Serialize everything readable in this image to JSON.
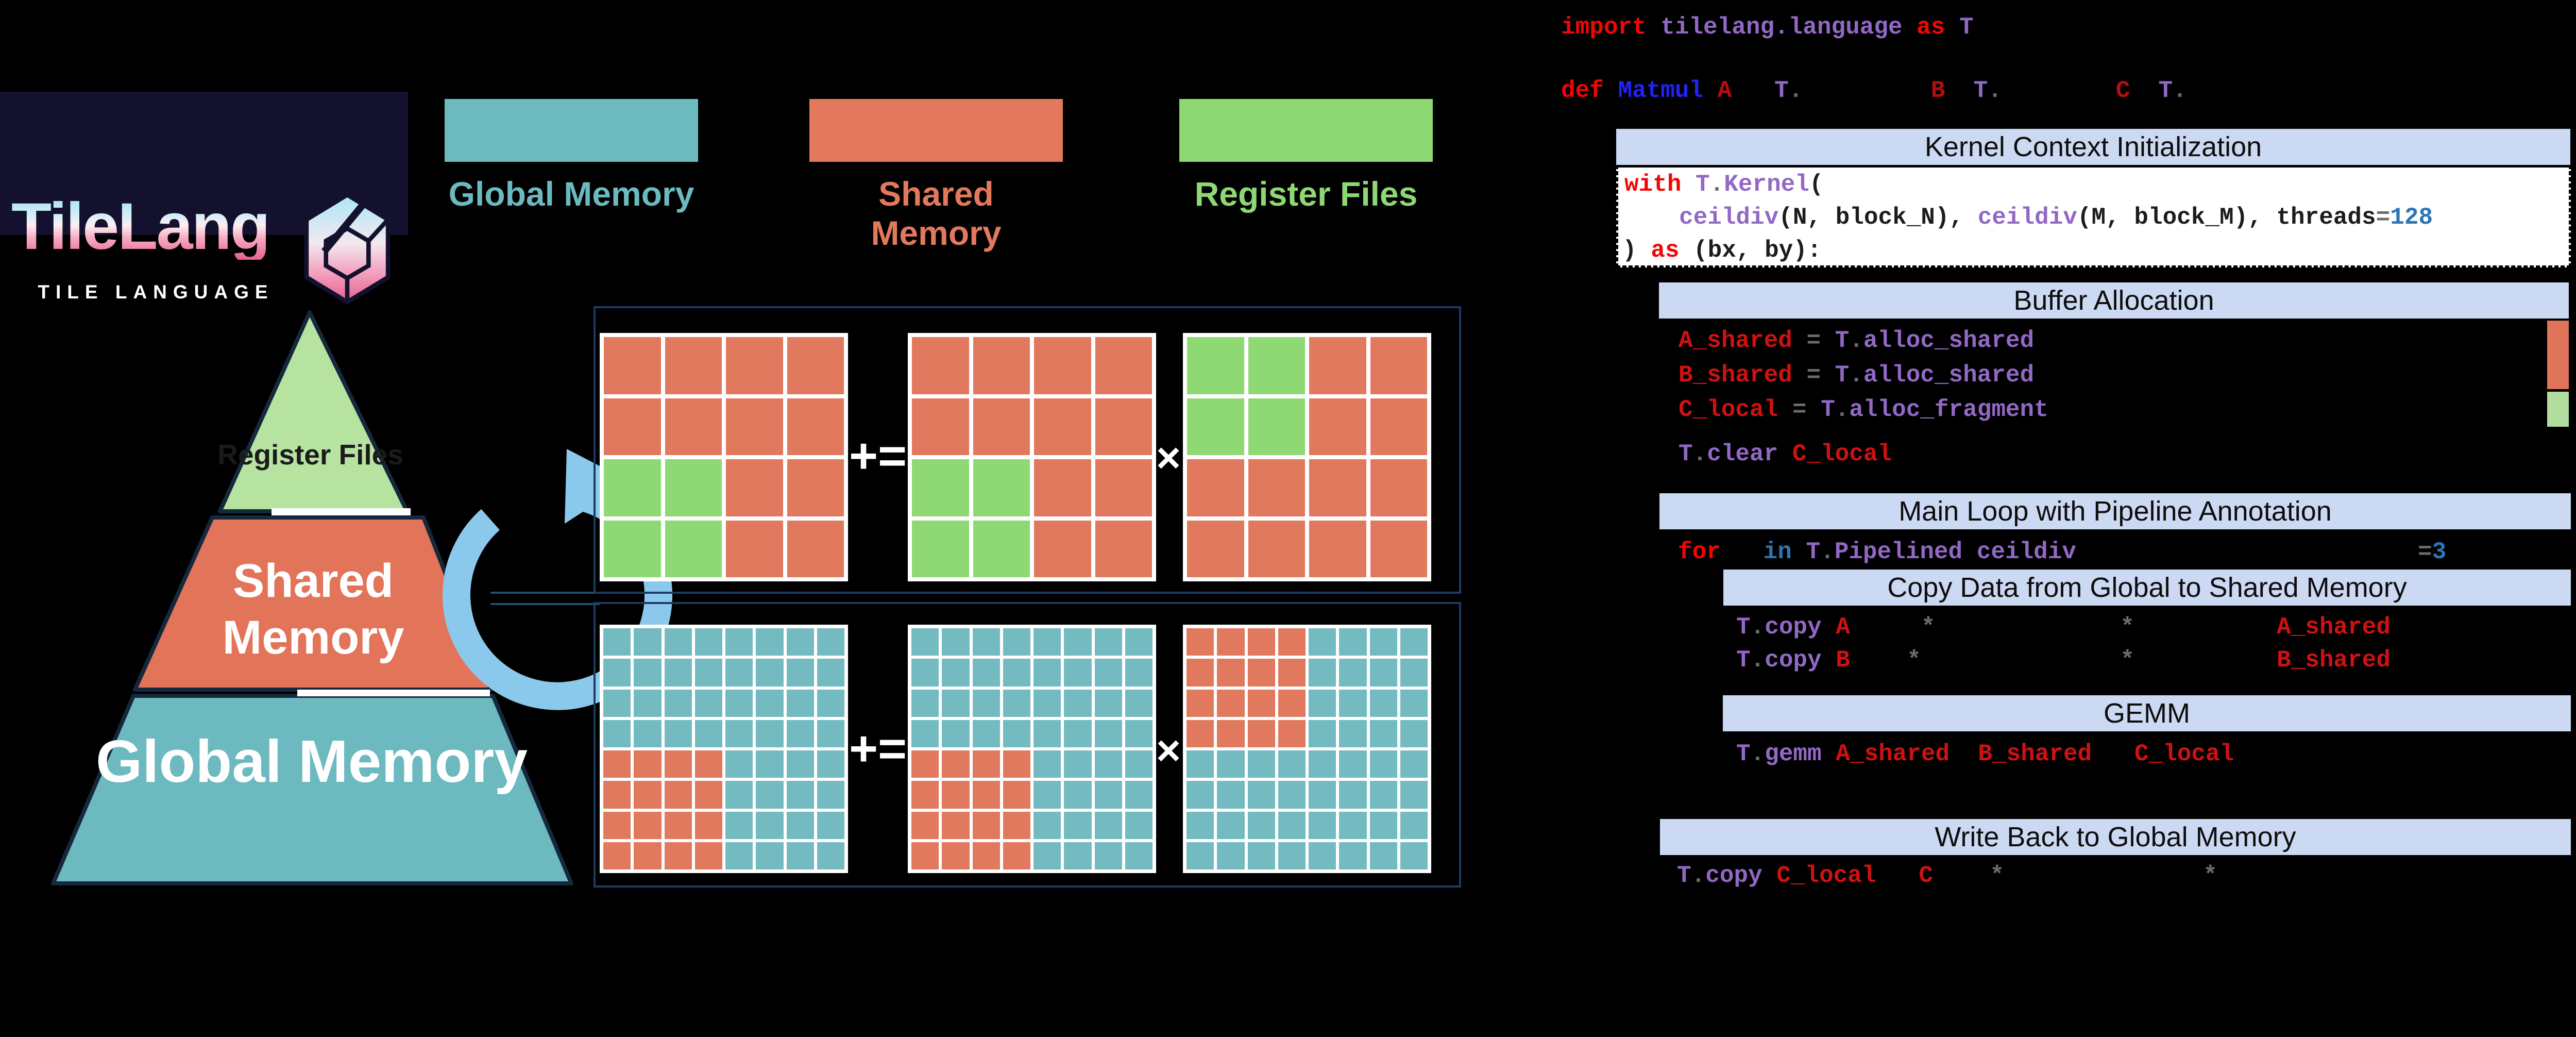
{
  "logo": {
    "title": "TileLang",
    "subtitle": "TILE LANGUAGE"
  },
  "legend": {
    "items": [
      {
        "label": "Global Memory",
        "color": "#6cb9c0"
      },
      {
        "label": "Shared Memory",
        "color": "#e3795c"
      },
      {
        "label": "Register Files",
        "color": "#8ed874"
      }
    ]
  },
  "pyramid": {
    "levels": [
      {
        "label": "Register Files",
        "color": "#b7e3a1"
      },
      {
        "label": "Shared Memory",
        "color": "#e2745a"
      },
      {
        "label": "Global Memory",
        "color": "#6cb9c0"
      }
    ]
  },
  "diagram": {
    "operators": {
      "accumulate": "+=",
      "multiply": "×"
    },
    "cell_colors": {
      "S": "#e0795e",
      "G": "#8ed973",
      "T": "#74bac1"
    },
    "top_row": {
      "c": [
        "SSSS",
        "SSSS",
        "GGSS",
        "GGSS"
      ],
      "a": [
        "SSSS",
        "SSSS",
        "GGSS",
        "GGSS"
      ],
      "b": [
        "GGSS",
        "GGSS",
        "SSSS",
        "SSSS"
      ]
    },
    "bottom_row": {
      "c": [
        "TTTTTTTT",
        "TTTTTTTT",
        "TTTTTTTT",
        "TTTTTTTT",
        "SSSSTTTT",
        "SSSSTTTT",
        "SSSSTTTT",
        "SSSSTTTT"
      ],
      "a": [
        "TTTTTTTT",
        "TTTTTTTT",
        "TTTTTTTT",
        "TTTTTTTT",
        "SSSSTTTT",
        "SSSSTTTT",
        "SSSSTTTT",
        "SSSSTTTT"
      ],
      "b": [
        "SSSSTTTT",
        "SSSSTTTT",
        "SSSSTTTT",
        "SSSSTTTT",
        "TTTTTTTT",
        "TTTTTTTT",
        "TTTTTTTT",
        "TTTTTTTT"
      ]
    }
  },
  "code": {
    "colors": {
      "kw": "#f40505",
      "ns": "#9268c5",
      "name": "#d11111",
      "dark_name": "#b40f0f",
      "def_name": "#2222f5",
      "num": "#2e75b6",
      "op": "#6b6b6b",
      "plain": "#1c1c1c"
    },
    "import_line": [
      [
        "kw",
        "import"
      ],
      [
        "ns",
        " tilelang.language "
      ],
      [
        "kw",
        "as"
      ],
      [
        "ns",
        " T"
      ]
    ],
    "def_line": [
      [
        "kw",
        "def"
      ],
      [
        "plain",
        " "
      ],
      [
        "def_name",
        "Matmul"
      ],
      [
        "plain",
        " "
      ],
      [
        "dark_name",
        "A"
      ],
      [
        "plain",
        "   "
      ],
      [
        "ns",
        "T"
      ],
      [
        "op",
        "."
      ],
      [
        "plain",
        "         "
      ],
      [
        "dark_name",
        "B"
      ],
      [
        "plain",
        "  "
      ],
      [
        "ns",
        "T"
      ],
      [
        "op",
        "."
      ],
      [
        "plain",
        "        "
      ],
      [
        "dark_name",
        "C"
      ],
      [
        "plain",
        "  "
      ],
      [
        "ns",
        "T"
      ],
      [
        "op",
        "."
      ]
    ],
    "kernel": {
      "header": "Kernel Context Initialization",
      "with_line": [
        [
          "kw",
          "with"
        ],
        [
          "ns",
          " T"
        ],
        [
          "op",
          "."
        ],
        [
          "ns",
          "Kernel"
        ],
        [
          "plain",
          "("
        ]
      ],
      "args_line": [
        [
          "ns",
          "ceildiv"
        ],
        [
          "plain",
          "(N, block_N), "
        ],
        [
          "ns",
          "ceildiv"
        ],
        [
          "plain",
          "(M, block_M), threads"
        ],
        [
          "op",
          "="
        ],
        [
          "num",
          "128"
        ]
      ],
      "as_line": [
        [
          "plain",
          ") "
        ],
        [
          "kw",
          "as"
        ],
        [
          "plain",
          " (bx, by):"
        ]
      ]
    },
    "buffer": {
      "header": "Buffer Allocation",
      "a_line": [
        [
          "name",
          "A_shared"
        ],
        [
          "plain",
          " "
        ],
        [
          "op",
          "="
        ],
        [
          "plain",
          " "
        ],
        [
          "ns",
          "T"
        ],
        [
          "op",
          "."
        ],
        [
          "ns",
          "alloc_shared"
        ]
      ],
      "b_line": [
        [
          "name",
          "B_shared"
        ],
        [
          "plain",
          " "
        ],
        [
          "op",
          "="
        ],
        [
          "plain",
          " "
        ],
        [
          "ns",
          "T"
        ],
        [
          "op",
          "."
        ],
        [
          "ns",
          "alloc_shared"
        ]
      ],
      "c_line": [
        [
          "name",
          "C_local"
        ],
        [
          "plain",
          " "
        ],
        [
          "op",
          "="
        ],
        [
          "plain",
          " "
        ],
        [
          "ns",
          "T"
        ],
        [
          "op",
          "."
        ],
        [
          "ns",
          "alloc_fragment"
        ]
      ],
      "clear_line": [
        [
          "ns",
          "T"
        ],
        [
          "op",
          "."
        ],
        [
          "ns",
          "clear"
        ],
        [
          "plain",
          " "
        ],
        [
          "name",
          "C_local"
        ]
      ]
    },
    "main_loop": {
      "header": "Main Loop with Pipeline Annotation",
      "for_line": [
        [
          "kw",
          "for"
        ],
        [
          "plain",
          "   "
        ],
        [
          "num",
          "in"
        ],
        [
          "plain",
          " "
        ],
        [
          "ns",
          "T"
        ],
        [
          "op",
          "."
        ],
        [
          "ns",
          "Pipelined"
        ],
        [
          "plain",
          " "
        ],
        [
          "ns",
          "ceildiv"
        ]
      ],
      "stages_suffix": [
        [
          "op",
          "="
        ],
        [
          "num",
          "3"
        ]
      ]
    },
    "copy": {
      "header": "Copy Data from Global to Shared Memory",
      "a_line": [
        [
          "ns",
          "T"
        ],
        [
          "op",
          "."
        ],
        [
          "ns",
          "copy"
        ],
        [
          "plain",
          " "
        ],
        [
          "name",
          "A"
        ],
        [
          "plain",
          "     "
        ],
        [
          "op",
          "*"
        ],
        [
          "plain",
          "             "
        ],
        [
          "op",
          "*"
        ],
        [
          "plain",
          "          "
        ],
        [
          "name",
          "A_shared"
        ]
      ],
      "b_line": [
        [
          "ns",
          "T"
        ],
        [
          "op",
          "."
        ],
        [
          "ns",
          "copy"
        ],
        [
          "plain",
          " "
        ],
        [
          "name",
          "B"
        ],
        [
          "plain",
          "    "
        ],
        [
          "op",
          "*"
        ],
        [
          "plain",
          "              "
        ],
        [
          "op",
          "*"
        ],
        [
          "plain",
          "          "
        ],
        [
          "name",
          "B_shared"
        ]
      ]
    },
    "gemm": {
      "header": "GEMM",
      "line": [
        [
          "ns",
          "T"
        ],
        [
          "op",
          "."
        ],
        [
          "ns",
          "gemm"
        ],
        [
          "plain",
          " "
        ],
        [
          "name",
          "A_shared"
        ],
        [
          "plain",
          "  "
        ],
        [
          "name",
          "B_shared"
        ],
        [
          "plain",
          "   "
        ],
        [
          "name",
          "C_local"
        ]
      ]
    },
    "writeback": {
      "header": "Write Back to Global Memory",
      "line": [
        [
          "ns",
          "T"
        ],
        [
          "op",
          "."
        ],
        [
          "ns",
          "copy"
        ],
        [
          "plain",
          " "
        ],
        [
          "name",
          "C_local"
        ],
        [
          "plain",
          "   "
        ],
        [
          "name",
          "C"
        ],
        [
          "plain",
          "    "
        ],
        [
          "op",
          "*"
        ],
        [
          "plain",
          "              "
        ],
        [
          "op",
          "*"
        ]
      ]
    }
  },
  "theme": {
    "bg": "#000000",
    "panel": "#14112e",
    "header_bg": "#ccd9f2",
    "header_text": "#0d0d0d",
    "box_border": "#1d3b63",
    "arrow": "#8bc9ec",
    "outline": "#16283c",
    "gap_white": "#ffffff",
    "side_salmon": "#e0745a",
    "side_green": "#b2dfa0"
  }
}
